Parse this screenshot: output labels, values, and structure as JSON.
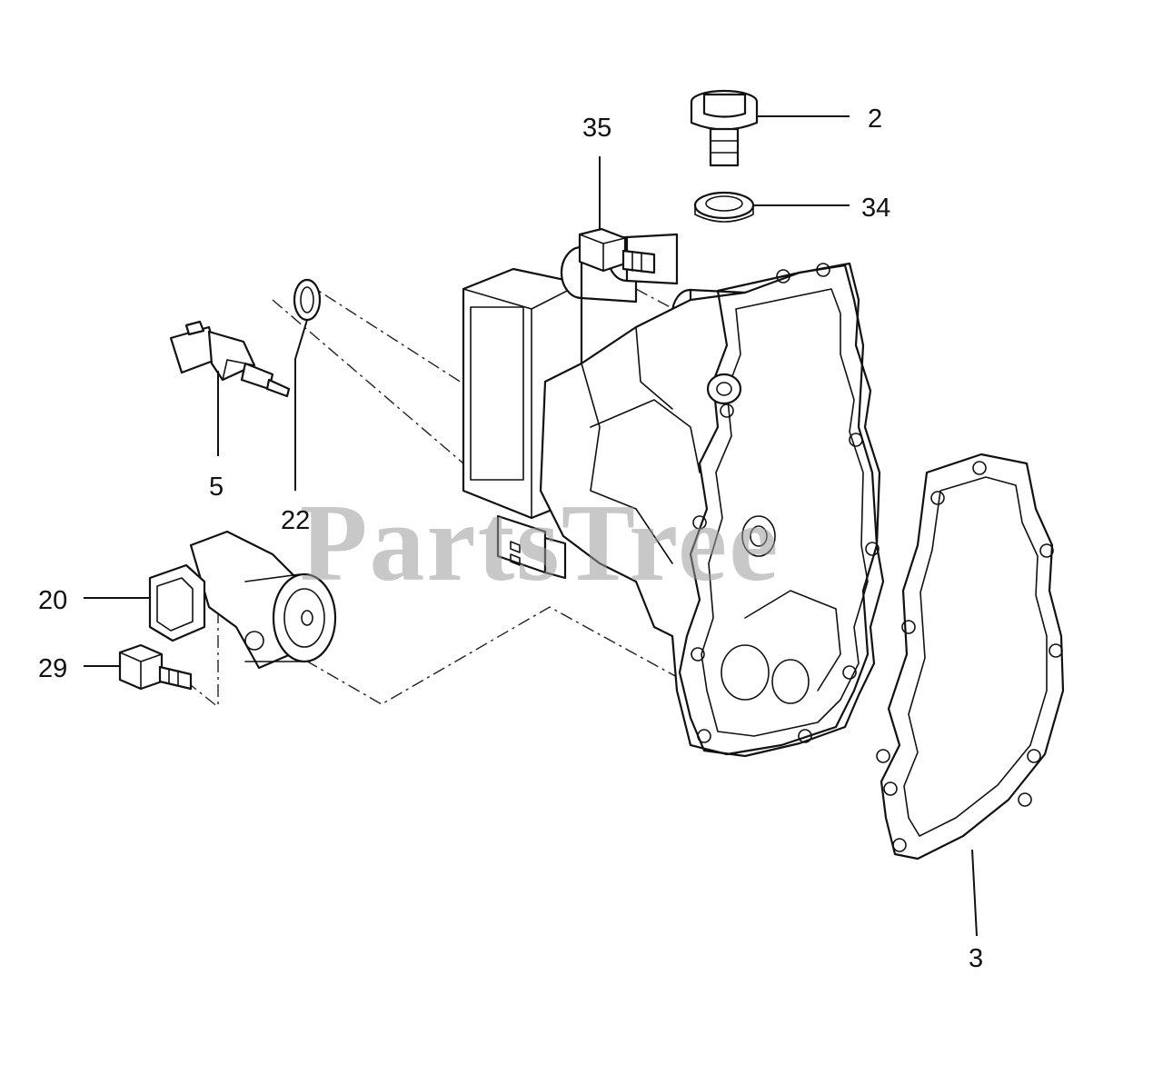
{
  "watermark": {
    "text": "PartsTree"
  },
  "callouts": [
    {
      "id": "c35",
      "label": "35"
    },
    {
      "id": "c2",
      "label": "2"
    },
    {
      "id": "c34",
      "label": "34"
    },
    {
      "id": "c5",
      "label": "5"
    },
    {
      "id": "c22",
      "label": "22"
    },
    {
      "id": "c20",
      "label": "20"
    },
    {
      "id": "c29",
      "label": "29"
    },
    {
      "id": "c3",
      "label": "3"
    }
  ]
}
